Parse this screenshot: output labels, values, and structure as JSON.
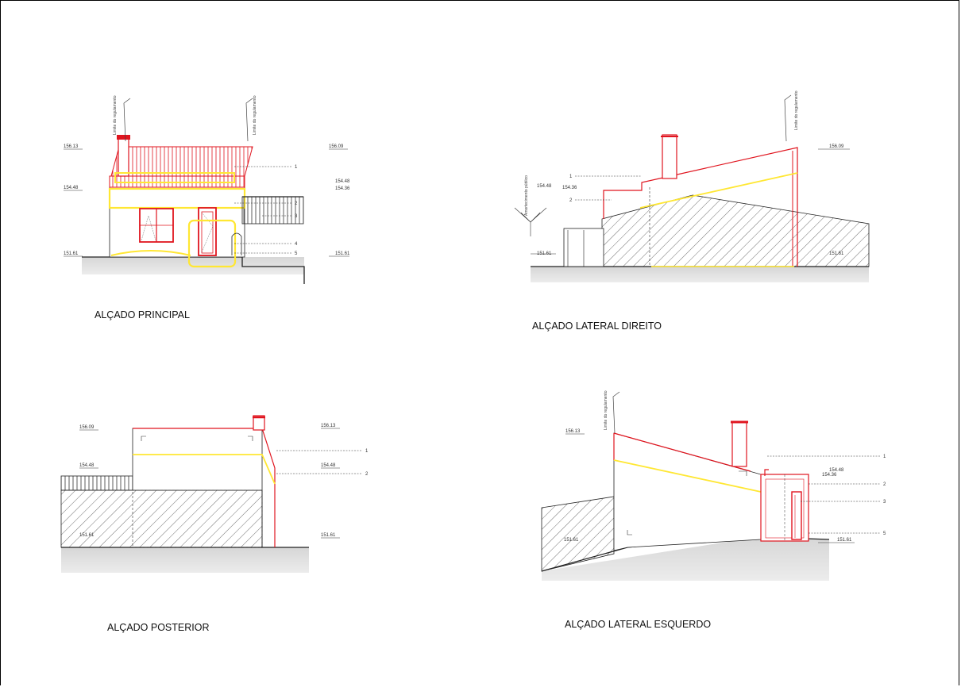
{
  "colors": {
    "red": "#e0141e",
    "yellow": "#ffe733",
    "line": "#222222",
    "ground": "#d9d9d9"
  },
  "views": {
    "principal": {
      "title": "ALÇADO PRINCIPAL",
      "levels": {
        "top_left": "156.13",
        "top_right": "156.09",
        "mid_left": "154.48",
        "mid_right_a": "154.48",
        "mid_right_b": "154.36",
        "bottom_left": "151.61",
        "bottom_right": "151.61"
      },
      "limit_label_1": "Limite do regulamento",
      "limit_label_2": "Limite do regulamento",
      "callouts": [
        "1",
        "2",
        "3",
        "4",
        "5"
      ]
    },
    "lateral_direito": {
      "title": "ALÇADO LATERAL DIREITO",
      "levels": {
        "top_right": "156.09",
        "mid_a": "154.48",
        "mid_b": "154.36",
        "bottom_left": "151.61",
        "bottom_right": "151.61"
      },
      "limit_label": "Limite do regulamento",
      "amort_label": "Amortecimento público",
      "callouts": [
        "1",
        "2"
      ]
    },
    "posterior": {
      "title": "ALÇADO POSTERIOR",
      "levels": {
        "top_left": "156.09",
        "top_right": "156.13",
        "mid_left": "154.48",
        "mid_right": "154.48",
        "bottom_left": "151.61",
        "bottom_right": "151.61"
      },
      "callouts": [
        "1",
        "2"
      ]
    },
    "lateral_esquerdo": {
      "title": "ALÇADO LATERAL ESQUERDO",
      "levels": {
        "top_left": "156.13",
        "mid_a": "154.48",
        "mid_b": "154.36",
        "bottom_left": "151.61",
        "bottom_right": "151.61"
      },
      "limit_label": "Limite do regulamento",
      "callouts": [
        "1",
        "2",
        "3",
        "5"
      ]
    }
  }
}
